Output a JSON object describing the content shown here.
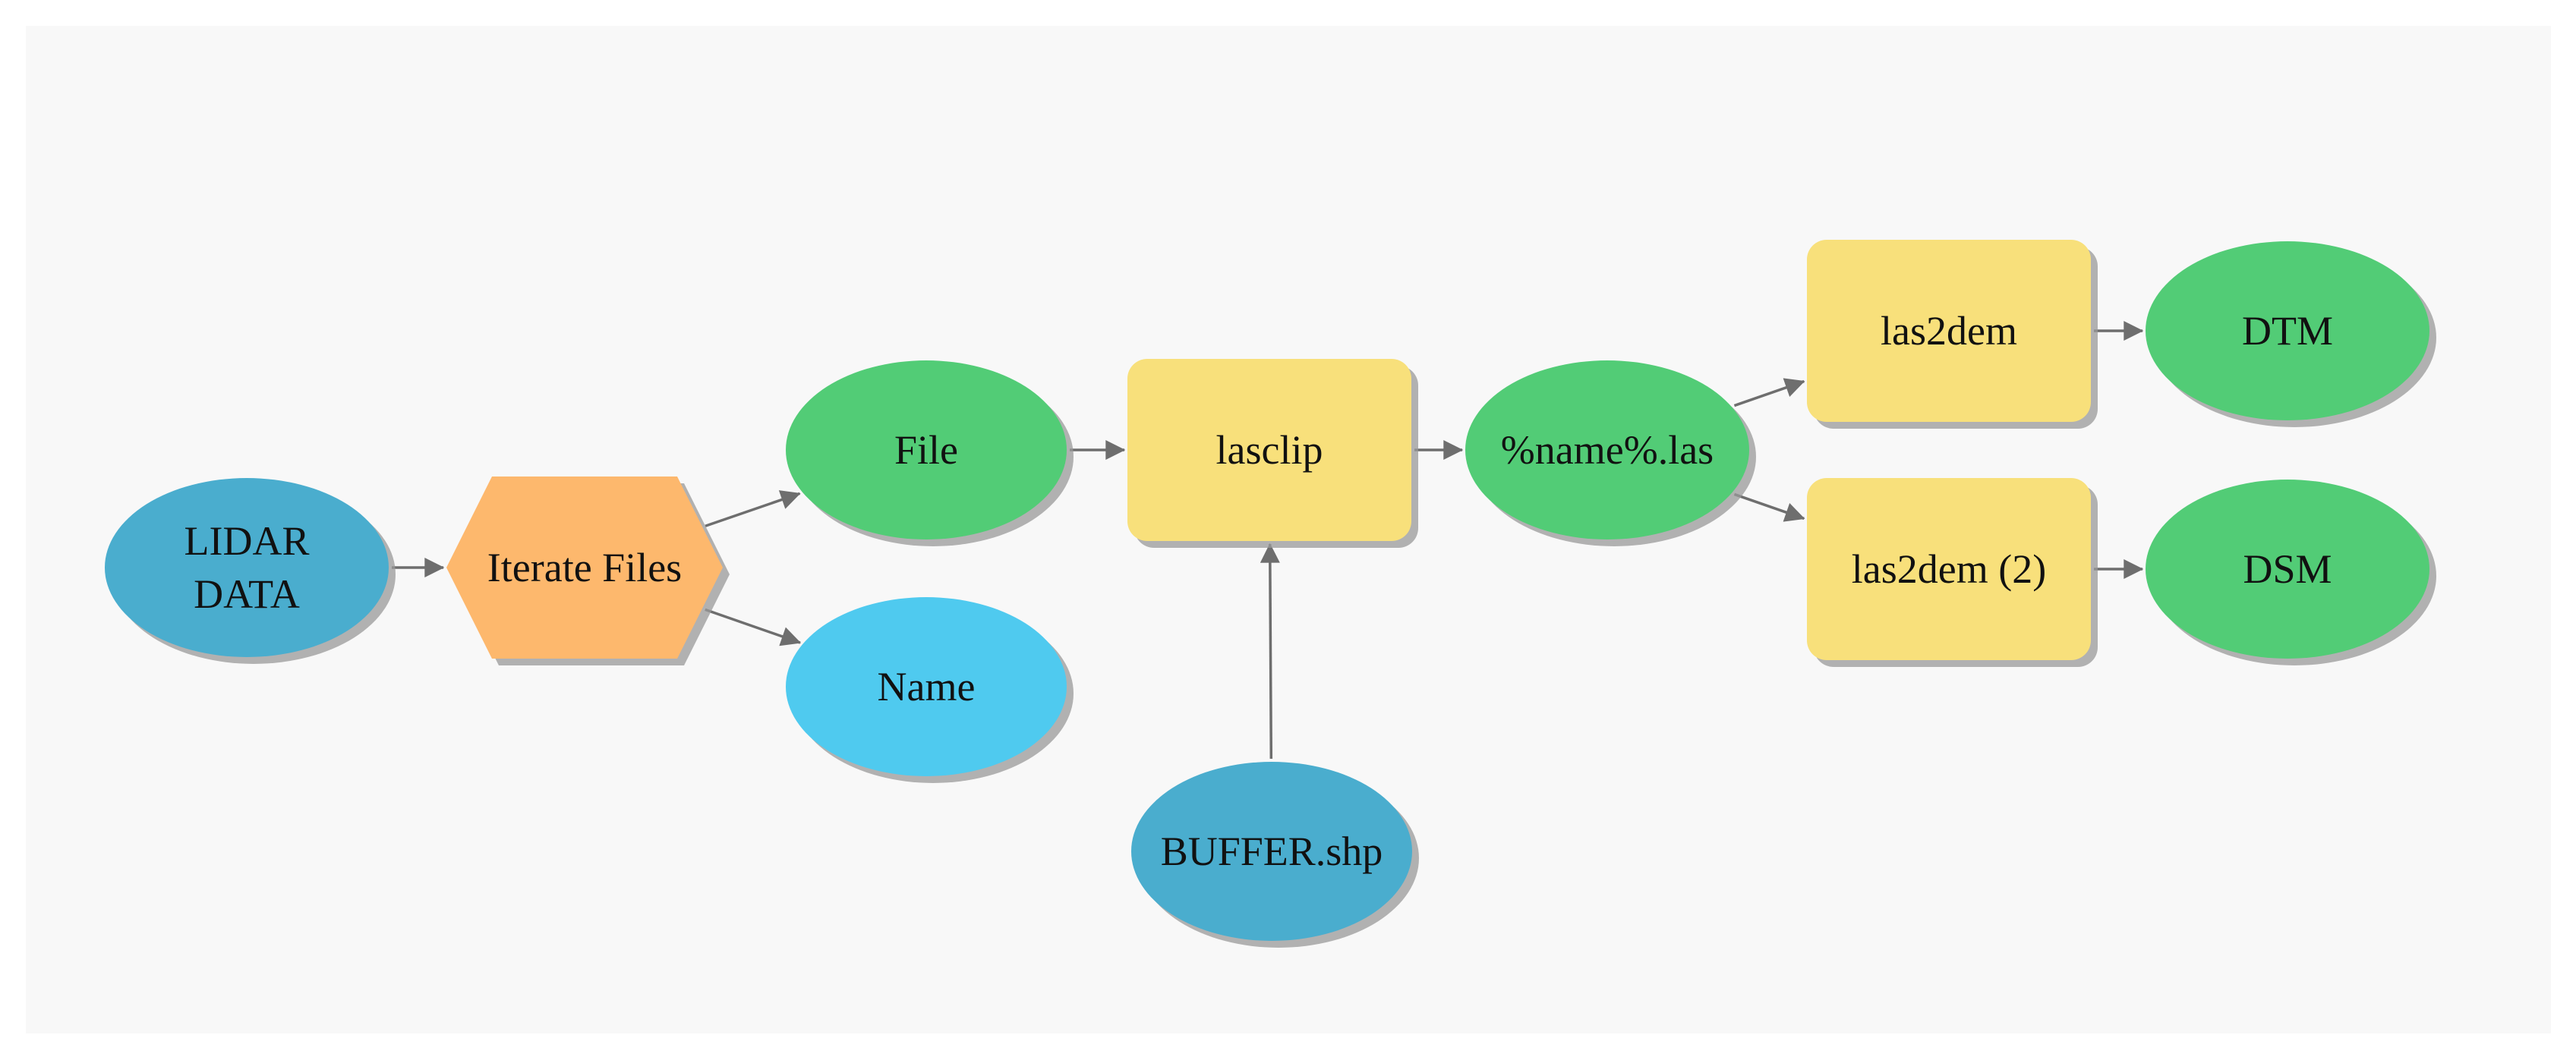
{
  "diagram": {
    "nodes": [
      {
        "id": "lidar",
        "shape": "ellipse",
        "color": "#4AADCE",
        "lines": [
          "LIDAR",
          "DATA"
        ]
      },
      {
        "id": "iterate",
        "shape": "hexagon",
        "color": "#FDB86D",
        "lines": [
          "Iterate Files"
        ]
      },
      {
        "id": "file",
        "shape": "ellipse",
        "color": "#52CC76",
        "lines": [
          "File"
        ]
      },
      {
        "id": "name",
        "shape": "ellipse",
        "color": "#4FCAEF",
        "lines": [
          "Name"
        ]
      },
      {
        "id": "lasclip",
        "shape": "rect",
        "color": "#F8E07B",
        "lines": [
          "lasclip"
        ]
      },
      {
        "id": "buffer",
        "shape": "ellipse",
        "color": "#4AADCE",
        "lines": [
          "BUFFER.shp"
        ]
      },
      {
        "id": "namelas",
        "shape": "ellipse",
        "color": "#52CC76",
        "lines": [
          "%name%.las"
        ]
      },
      {
        "id": "las2dem",
        "shape": "rect",
        "color": "#F8E07B",
        "lines": [
          "las2dem"
        ]
      },
      {
        "id": "las2dem2",
        "shape": "rect",
        "color": "#F8E07B",
        "lines": [
          "las2dem (2)"
        ]
      },
      {
        "id": "dtm",
        "shape": "ellipse",
        "color": "#52CC76",
        "lines": [
          "DTM"
        ]
      },
      {
        "id": "dsm",
        "shape": "ellipse",
        "color": "#52CC76",
        "lines": [
          "DSM"
        ]
      }
    ],
    "edges": [
      {
        "from": "lidar",
        "to": "iterate"
      },
      {
        "from": "iterate",
        "to": "file"
      },
      {
        "from": "iterate",
        "to": "name"
      },
      {
        "from": "file",
        "to": "lasclip"
      },
      {
        "from": "buffer",
        "to": "lasclip"
      },
      {
        "from": "lasclip",
        "to": "namelas"
      },
      {
        "from": "namelas",
        "to": "las2dem"
      },
      {
        "from": "namelas",
        "to": "las2dem2"
      },
      {
        "from": "las2dem",
        "to": "dtm"
      },
      {
        "from": "las2dem2",
        "to": "dsm"
      }
    ],
    "colors": {
      "background": "#F8F8F8",
      "edge": "#6E6E6E",
      "shadow": "#9A9A9A"
    }
  }
}
